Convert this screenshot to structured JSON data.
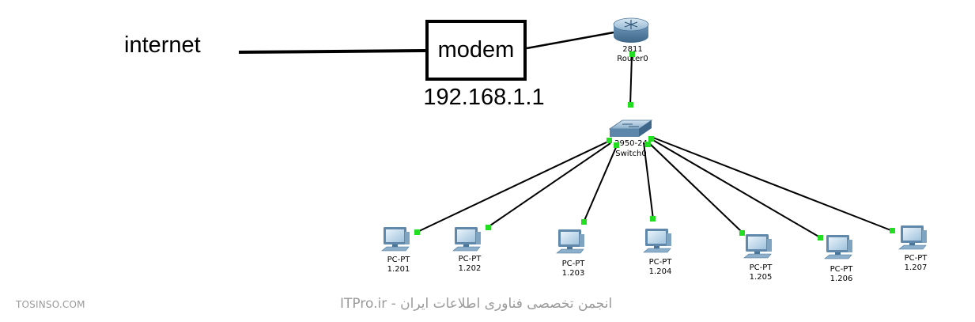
{
  "labels": {
    "internet": "internet",
    "modem": "modem",
    "modem_ip": "192.168.1.1"
  },
  "router": {
    "model": "2811",
    "name": "Router0"
  },
  "switch": {
    "model": "2950-24",
    "name": "Switch0"
  },
  "pcs": [
    {
      "type": "PC-PT",
      "ip": "1.201"
    },
    {
      "type": "PC-PT",
      "ip": "1.202"
    },
    {
      "type": "PC-PT",
      "ip": "1.203"
    },
    {
      "type": "PC-PT",
      "ip": "1.204"
    },
    {
      "type": "PC-PT",
      "ip": "1.205"
    },
    {
      "type": "PC-PT",
      "ip": "1.206"
    },
    {
      "type": "PC-PT",
      "ip": "1.207"
    }
  ],
  "watermarks": {
    "left": "TOSINSO.COM",
    "center": "ITPro.ir - انجمن تخصصی فناوری اطلاعات ایران"
  },
  "colors": {
    "link": "#000000",
    "port_up": "#22dd22",
    "device_blue": "#7aa7c7"
  },
  "icons": {
    "router": "router-icon",
    "switch": "switch-icon",
    "pc": "pc-icon"
  }
}
